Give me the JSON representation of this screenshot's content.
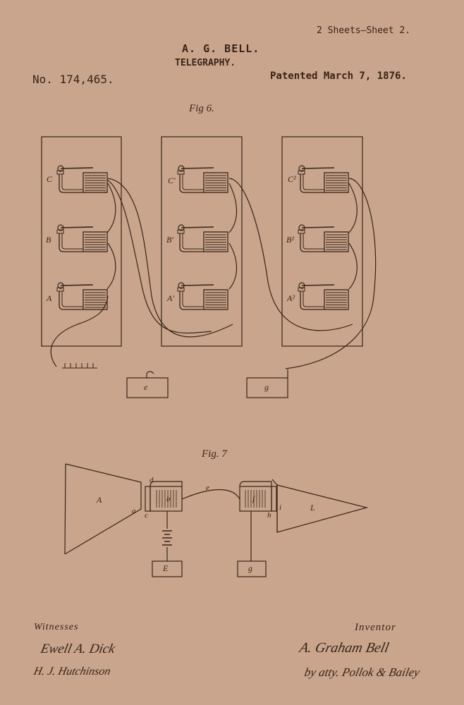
{
  "header": {
    "sheets": "2 Sheets—Sheet 2.",
    "inventor_name": "A. G. BELL.",
    "subject": "TELEGRAPHY.",
    "patent_number": "No. 174,465.",
    "patent_date": "Patented March 7, 1876."
  },
  "figure6": {
    "caption": "Fig 6.",
    "labels_col1": [
      "C",
      "B",
      "A"
    ],
    "labels_col2": [
      "C'",
      "B'",
      "A'"
    ],
    "labels_col3": [
      "C²",
      "B²",
      "A²"
    ],
    "box_e": "e",
    "box_g": "g"
  },
  "figure7": {
    "caption": "Fig. 7",
    "labels": {
      "A": "A",
      "L": "L",
      "a": "a",
      "c": "c",
      "d": "d",
      "b": "b",
      "e": "e",
      "f": "f",
      "h": "h",
      "i": "i",
      "E": "E",
      "g": "g"
    }
  },
  "footer": {
    "witnesses_label": "Witnesses",
    "inventor_label": "Inventor",
    "witness_signature_1": "Ewell A. Dick",
    "witness_signature_2": "H. J. Hutchinson",
    "inventor_signature": "A. Graham Bell",
    "attorney_signature": "by atty. Pollok & Bailey"
  },
  "colors": {
    "paper": "#c8a58c",
    "ink": "#3a2418"
  }
}
